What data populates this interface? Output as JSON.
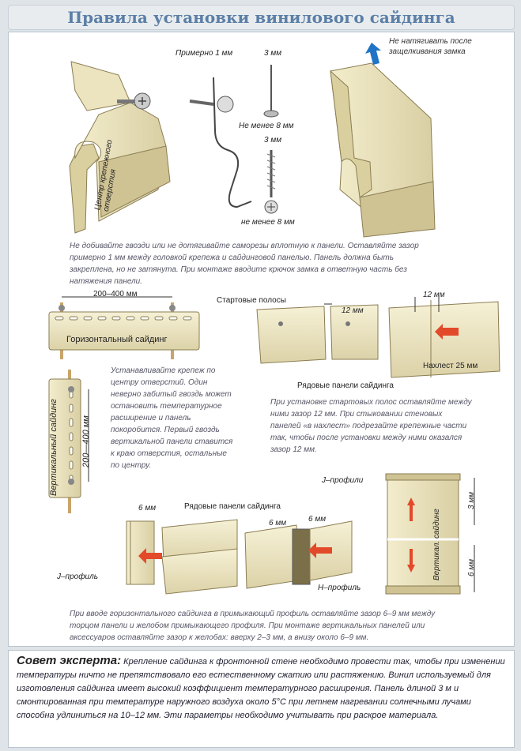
{
  "title": "Правила установки винилового сайдинга",
  "colors": {
    "panel": "#eee6bd",
    "panel_dark": "#d2c79a",
    "outline": "#8a7d52",
    "accent_blue": "#1f74c6",
    "arrow_red": "#e24a2a"
  },
  "top_section": {
    "dim_gap": "Примерно 1 мм",
    "dim_nail_head": "3 мм",
    "dim_min_8_a": "Не менее 8 мм",
    "dim_screw_head": "3 мм",
    "dim_min_8_b": "не менее 8 мм",
    "center_hole_label": "Центр крепежного отверстия",
    "no_tension_label": "Не натягивать после защелкивания замка",
    "note": "Не добивайте гвозди или не дотягивайте саморезы вплотную к панели. Оставляйте зазор примерно 1 мм между головкой крепежа и сайдинговой панелью. Панель должна быть закреплена, но не затянута. При монтаже вводите крючок замка в ответную часть без натяжения панели."
  },
  "middle_section": {
    "horizontal_spacing": "200–400 мм",
    "horizontal_label": "Горизонтальный сайдинг",
    "vertical_label": "Вертикальный сайдинг",
    "vertical_spacing": "200—400 мм",
    "fastener_note": "Устанавливайте крепеж по центру отверстий. Один неверно забитый гвоздь может остановить температурное расширение и панель покоробится. Первый гвоздь вертикальной панели ставится к краю отверстия, остальные по центру.",
    "start_strips_label": "Стартовые полосы",
    "gap_12a": "12 мм",
    "gap_12b": "12 мм",
    "overlap_label": "Нахлест 25 мм",
    "row_panels_label": "Рядовые панели сайдинга",
    "start_note": "При установке стартовых полос оставляйте между ними зазор 12 мм. При стыковании стеновых панелей «в нахлест» подрезайте крепежные части так, чтобы после установки между ними оказался зазор 12 мм."
  },
  "bottom_section": {
    "gap_6_left": "6 мм",
    "row_panels_label": "Рядовые панели сайдинга",
    "gap_6_mid_a": "6 мм",
    "gap_6_mid_b": "6 мм",
    "j_profile_left": "J–профиль",
    "h_profile": "Н–профиль",
    "j_profiles_right": "J–профили",
    "vertical_siding_right": "Вертикал. сайдинг",
    "gap_3_top": "3 мм",
    "gap_6_bottom": "6 мм",
    "note": "При вводе горизонтального сайдинга в примыкающий профиль оставляйте зазор 6–9 мм между торцом панели и желобом примыкающего профиля. При монтаже вертикальных панелей или аксессуаров оставляйте зазор к желобах: вверху 2–3 мм, а внизу около 6–9 мм."
  },
  "expert": {
    "heading": "Совет эксперта:",
    "text": "Крепление сайдинга к фронтонной стене необходимо провести так, чтобы при изменении температуры ничто не препятствовало его естественному сжатию или растяжению. Винил используемый для изготовления сайдинга имеет высокий коэффициент температурного расширения. Панель длиной 3 м и смонтированная при температуре наружного воздуха около 5°С при летнем нагревании солнечными лучами способна удлиниться на 10–12 мм. Эти параметры необходимо учитывать при раскрое материала."
  }
}
